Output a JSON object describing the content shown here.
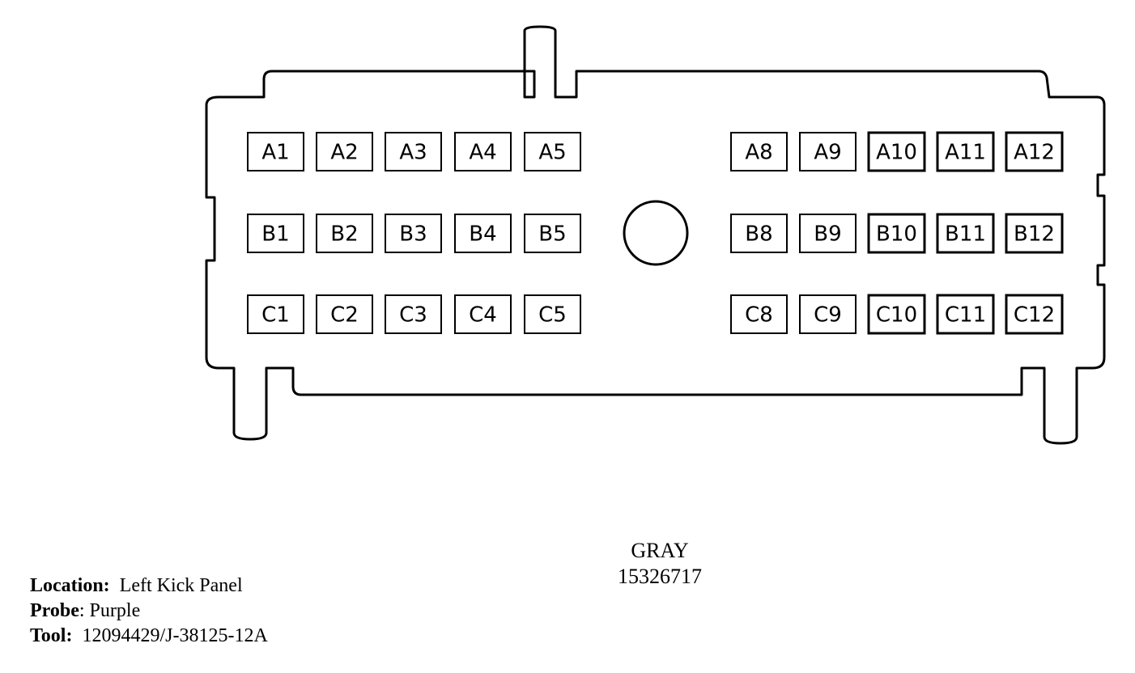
{
  "connector": {
    "rows": [
      {
        "row": "A",
        "pins": [
          "A1",
          "A2",
          "A3",
          "A4",
          "A5",
          "A8",
          "A9",
          "A10",
          "A11",
          "A12"
        ]
      },
      {
        "row": "B",
        "pins": [
          "B1",
          "B2",
          "B3",
          "B4",
          "B5",
          "B8",
          "B9",
          "B10",
          "B11",
          "B12"
        ]
      },
      {
        "row": "C",
        "pins": [
          "C1",
          "C2",
          "C3",
          "C4",
          "C5",
          "C8",
          "C9",
          "C10",
          "C11",
          "C12"
        ]
      }
    ],
    "color": "GRAY",
    "part_number": "15326717"
  },
  "info": {
    "location_label": "Location:",
    "location_value": "Left Kick Panel",
    "probe_label": "Probe",
    "probe_value": ": Purple",
    "tool_label": "Tool:",
    "tool_value": "12094429/J-38125-12A"
  }
}
